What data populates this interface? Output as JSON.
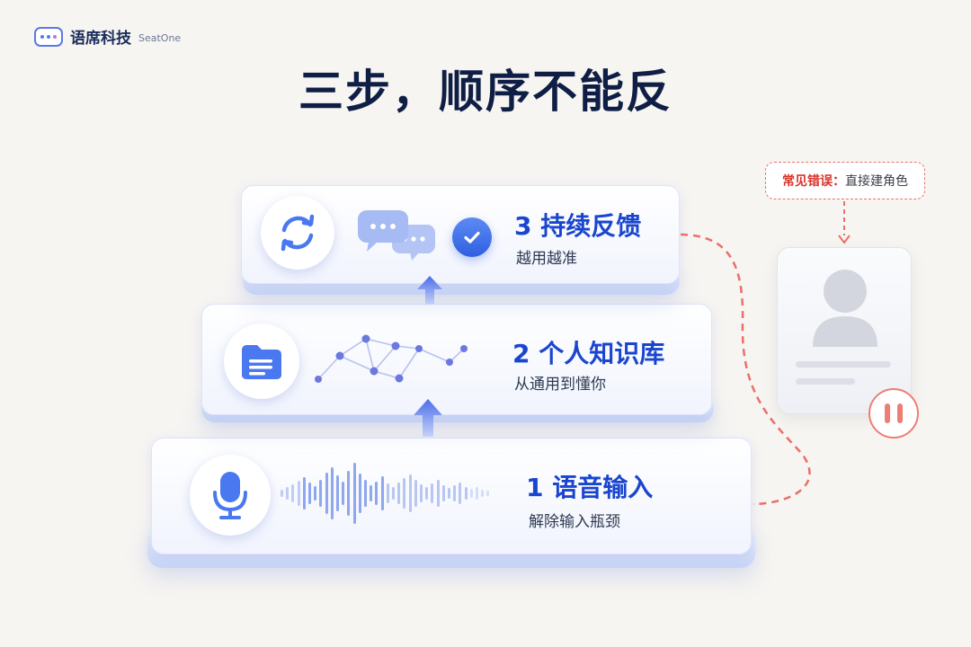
{
  "brand": {
    "name": "语席科技",
    "en": "SeatOne"
  },
  "title": "三步，顺序不能反",
  "steps": [
    {
      "title": "1 语音输入",
      "subtitle": "解除输入瓶颈",
      "icon": "microphone-icon"
    },
    {
      "title": "2 个人知识库",
      "subtitle": "从通用到懂你",
      "icon": "document-folder-icon"
    },
    {
      "title": "3 持续反馈",
      "subtitle": "越用越准",
      "icon": "refresh-cycle-icon"
    }
  ],
  "mistake": {
    "label": "常见错误：",
    "text": "直接建角色"
  },
  "colors": {
    "accent": "#1a46cf",
    "error": "#e8706b",
    "node": "#6b78e0"
  }
}
